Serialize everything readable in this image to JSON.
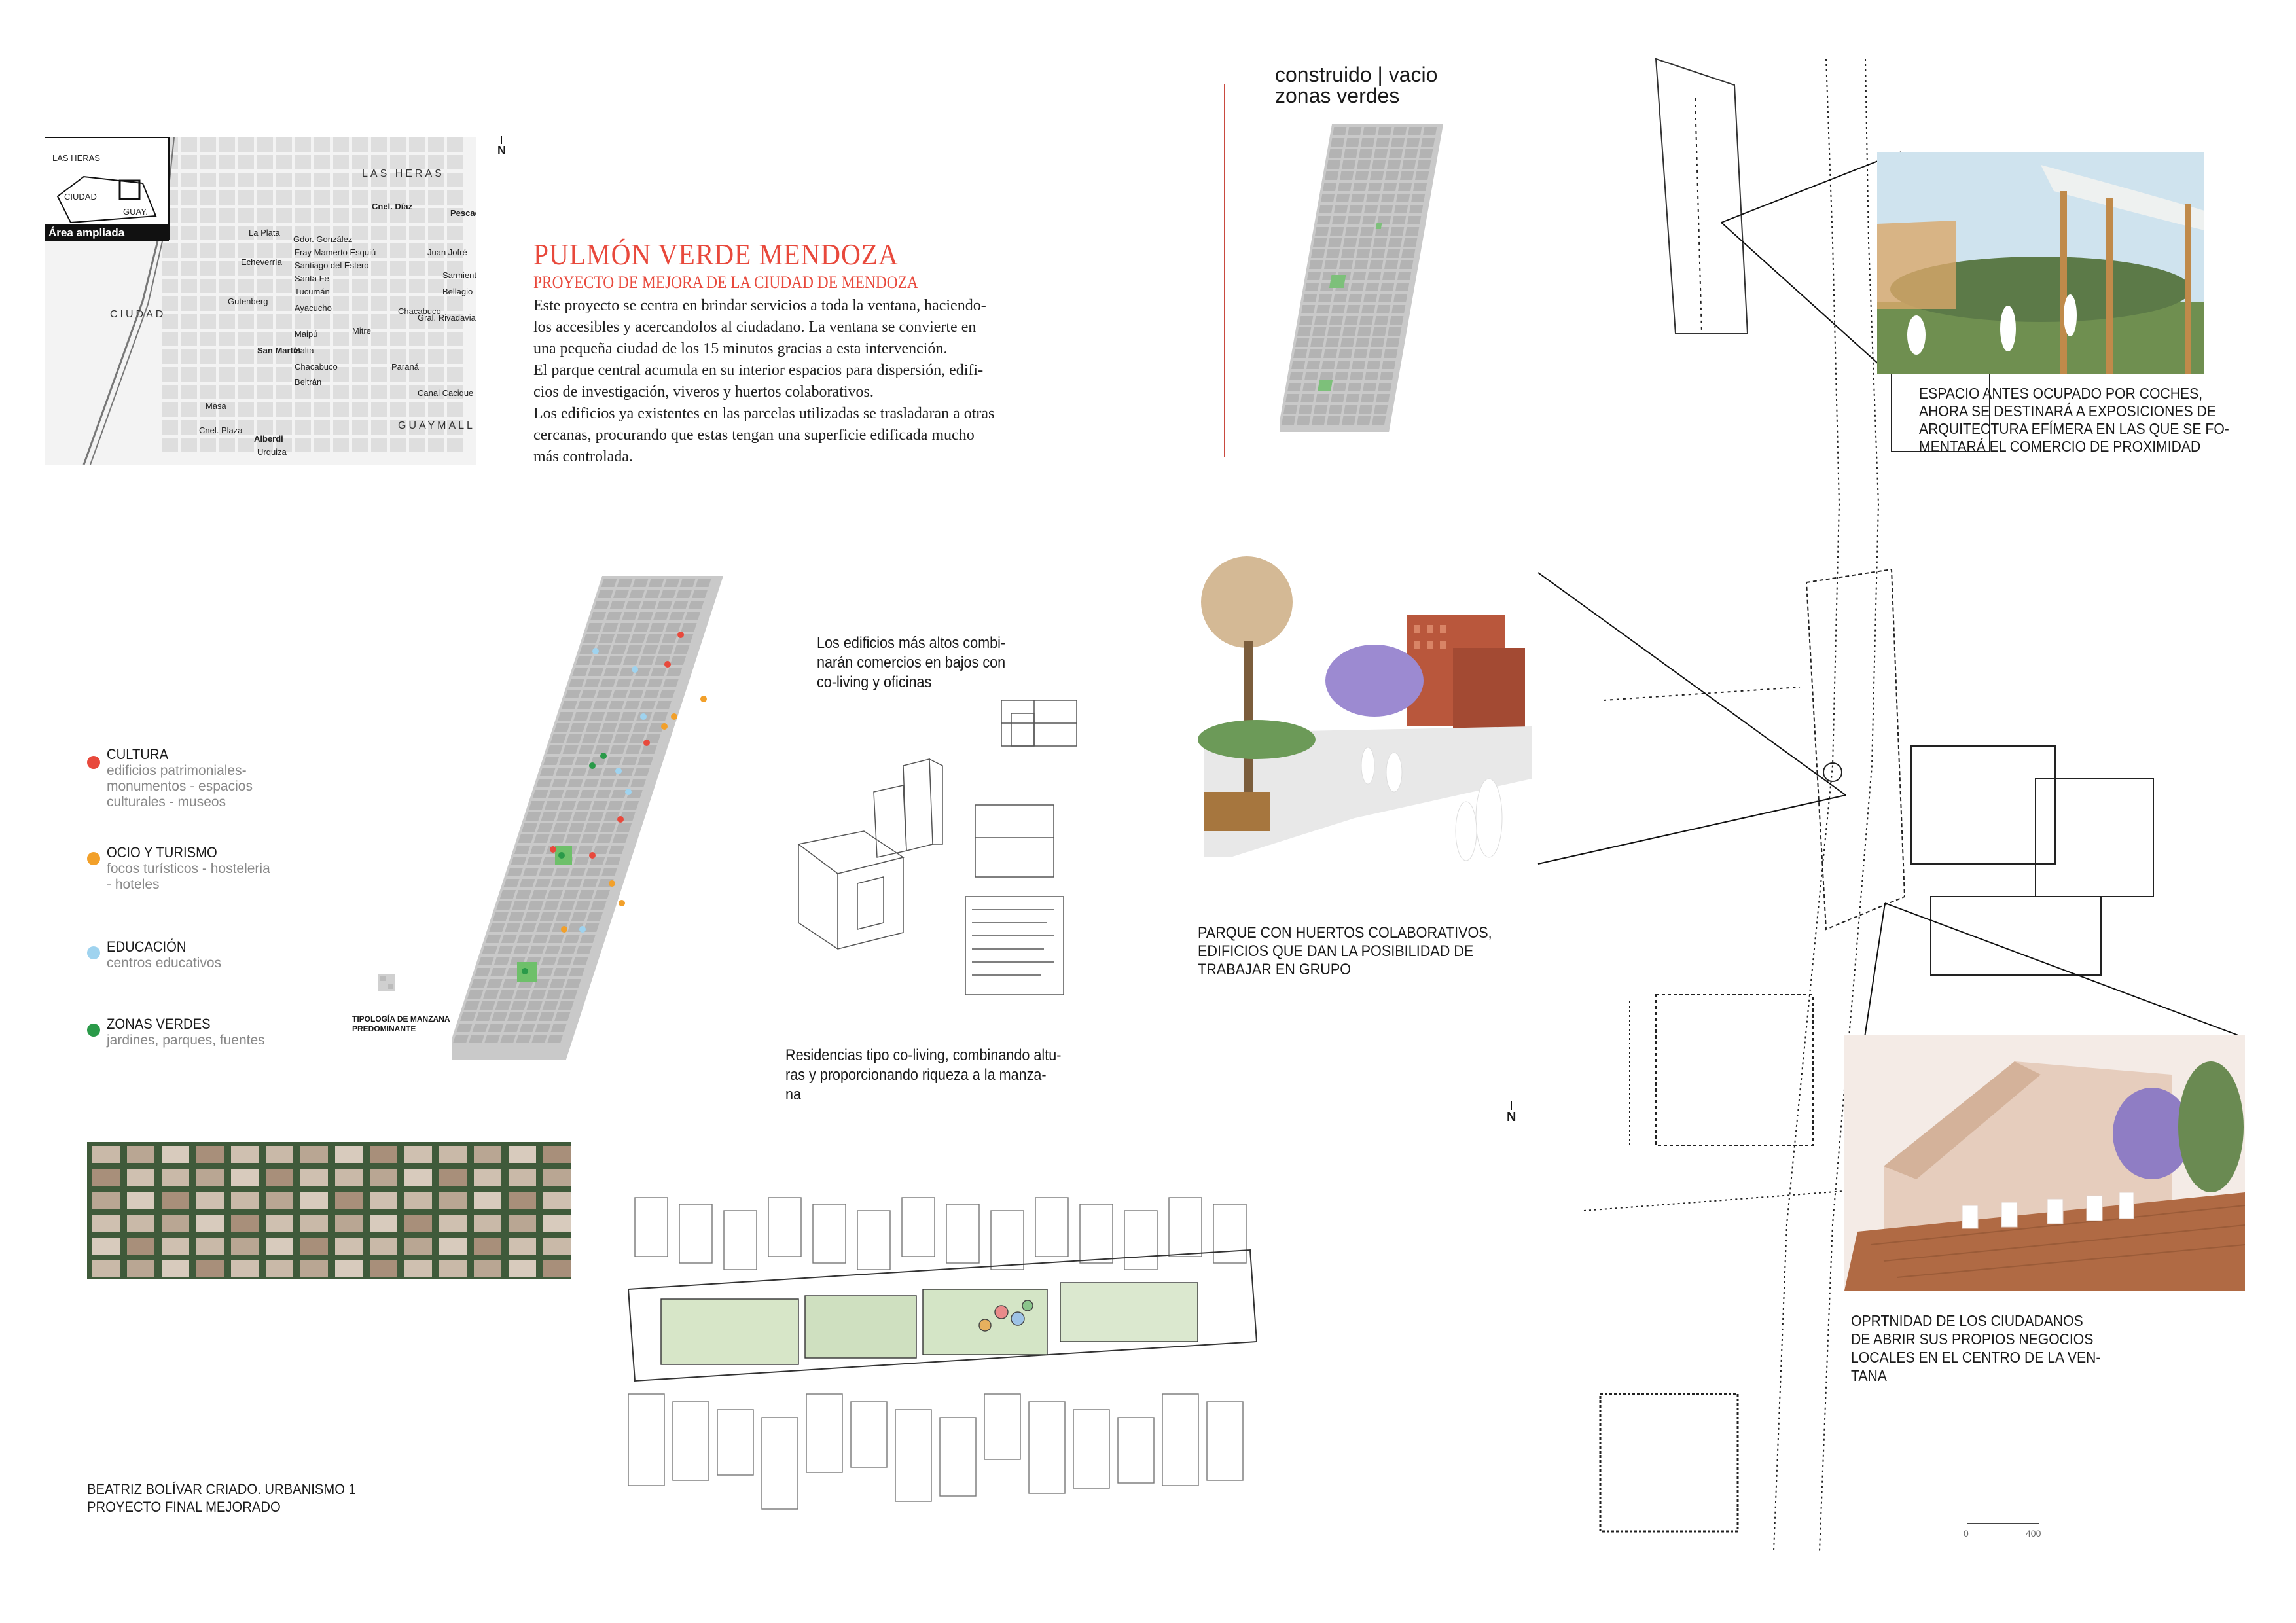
{
  "locator_map": {
    "inset_labels": [
      "LAS HERAS",
      "CIUDAD",
      "GUAY."
    ],
    "inset_caption": "Área ampliada",
    "north": "N",
    "district_labels": [
      "LAS HERAS",
      "CIUDAD",
      "GUAYMALLÉN"
    ],
    "street_labels": [
      "Cnel. Díaz",
      "Pescadores",
      "La Plata",
      "Gdor. González",
      "Fray Mamerto Esquiú",
      "Santiago del Estero",
      "Echeverría",
      "Santa Fe",
      "Gutenberg",
      "Tucumán",
      "Ayacucho",
      "San Martín",
      "Maipú",
      "Salta",
      "Chacabuco",
      "Beltrán",
      "Masa",
      "Cnel. Plaza",
      "Alberdi",
      "Urquiza",
      "Juan Jofré",
      "Sarmiento",
      "Bellagio",
      "Chacabuco",
      "Mitre",
      "Gral. Rivadavia",
      "Paraná",
      "Canal Cacique Guaymallén"
    ]
  },
  "intro": {
    "title": "PULMÓN VERDE MENDOZA",
    "subtitle": "PROYECTO DE MEJORA DE LA CIUDAD DE MENDOZA",
    "paragraphs": [
      "Este proyecto se centra en brindar servicios a toda la ventana, haciendo-",
      "los accesibles y acercandolos al ciudadano. La ventana se convierte en",
      "una pequeña ciudad de los 15 minutos gracias a esta intervención.",
      "El parque central acumula en su interior espacios para dispersión, edifi-",
      "cios de investigación, viveros y huertos colaborativos.",
      "Los edificios ya existentes en las parcelas utilizadas se trasladaran a otras",
      "cercanas, procurando que estas tengan una superficie edificada mucho",
      "más controlada."
    ]
  },
  "figure_ground": {
    "title_line1": "construido | vacio",
    "title_line2": "zonas verdes"
  },
  "legend": {
    "items": [
      {
        "label": "CULTURA",
        "desc": [
          "edificios patrimoniales-",
          "monumentos - espacios",
          "culturales - museos"
        ],
        "color": "#e8493c"
      },
      {
        "label": "OCIO Y TURISMO",
        "desc": [
          "focos turísticos - hosteleria",
          "- hoteles"
        ],
        "color": "#f2a02a"
      },
      {
        "label": "EDUCACIÓN",
        "desc": [
          "centros educativos"
        ],
        "color": "#9fd3ef"
      },
      {
        "label": "ZONAS VERDES",
        "desc": [
          "jardines, parques, fuentes"
        ],
        "color": "#2a9a49"
      }
    ]
  },
  "typology_caption": [
    "TIPOLOGÍA DE MANZANA",
    "PREDOMINANTE"
  ],
  "sketch_notes": {
    "top": [
      "Los edificios más altos combi-",
      "narán comercios en bajos con",
      "co-living y oficinas"
    ],
    "bottom": [
      "Residencias tipo co-living, combinando altu-",
      "ras y proporcionando riqueza a la manza-",
      "na"
    ]
  },
  "captions": {
    "parking": [
      "ESPACIO ANTES OCUPADO POR COCHES,",
      "AHORA SE DESTINARÁ A EXPOSICIONES DE",
      "ARQUITECTURA EFÍMERA EN LAS QUE SE FO-",
      "MENTARÁ EL COMERCIO DE PROXIMIDAD"
    ],
    "park": [
      "PARQUE CON HUERTOS COLABORATIVOS,",
      "EDIFICIOS QUE DAN LA POSIBILIDAD DE",
      "TRABAJAR EN GRUPO"
    ],
    "business": [
      "OPRTNIDAD DE LOS CIUDADANOS",
      "DE ABRIR SUS PROPIOS NEGOCIOS",
      "LOCALES EN EL CENTRO DE LA VEN-",
      "TANA"
    ]
  },
  "credits": [
    "BEATRIZ BOLÍVAR CRIADO. URBANISMO 1",
    "PROYECTO FINAL MEJORADO"
  ],
  "plan": {
    "north": "N",
    "scale_labels": [
      "0",
      "400"
    ]
  },
  "colors": {
    "accent_red": "#e8493c",
    "block_gray": "#c9c9c9",
    "green": "#2a9a49",
    "orange": "#f2a02a",
    "light_blue": "#9fd3ef"
  }
}
